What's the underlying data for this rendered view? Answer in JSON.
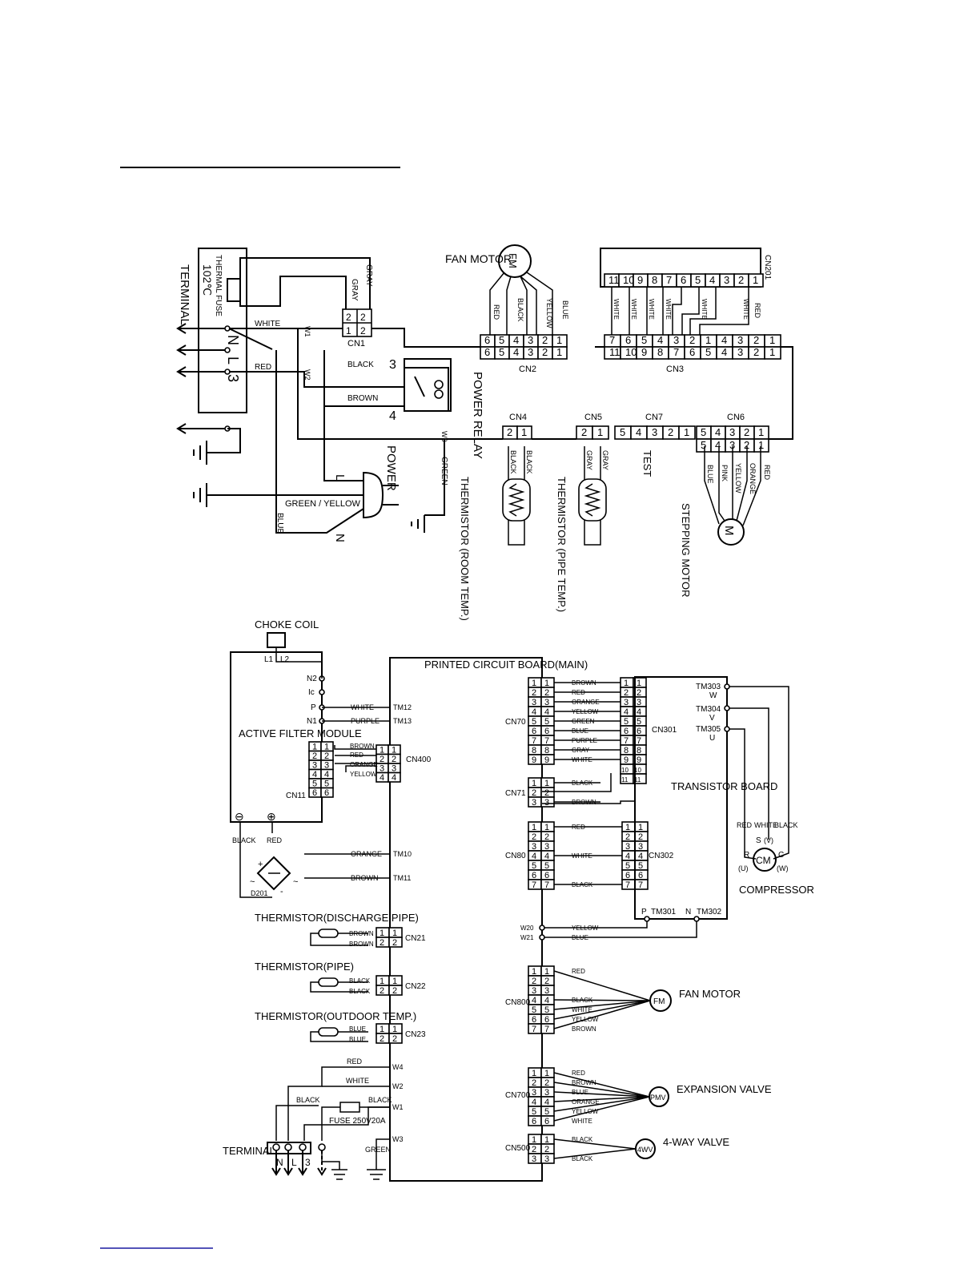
{
  "indoor": {
    "terminal": "TERMINAL",
    "thermal_fuse": "THERMAL FUSE",
    "fuse_temp": "102℃",
    "terminal_marks": [
      "N",
      "L",
      "3"
    ],
    "fan_motor": "FAN MOTOR",
    "fm_symbol": "FM",
    "power_relay": "POWER RELAY",
    "power": "POWER",
    "green_yellow": "GREEN / YELLOW",
    "thermistor_room": "THERMISTOR (ROOM TEMP.)",
    "thermistor_pipe": "THERMISTOR (PIPE TEMP.)",
    "test": "TEST",
    "stepping_motor": "STEPPING MOTOR",
    "m_symbol": "M",
    "plug_marks": [
      "L",
      "N"
    ],
    "relay_pins": [
      "3",
      "4"
    ],
    "wire_ids": [
      "W1",
      "W2",
      "W3"
    ],
    "connectors": [
      "CN1",
      "CN2",
      "CN3",
      "CN4",
      "CN5",
      "CN6",
      "CN7",
      "CN201"
    ],
    "cn1_pins": [
      "2",
      "1"
    ],
    "cn2_pins": [
      "6",
      "5",
      "4",
      "3",
      "2",
      "1"
    ],
    "cn3_pins": [
      "7",
      "6",
      "5",
      "4",
      "3",
      "2",
      "1",
      "4",
      "3",
      "2",
      "1"
    ],
    "cn3_pins_lower": [
      "11",
      "10",
      "9",
      "8",
      "7",
      "6",
      "5",
      "4",
      "3",
      "2",
      "1"
    ],
    "cn201_pins": [
      "11",
      "10",
      "9",
      "8",
      "7",
      "6",
      "5",
      "4",
      "3",
      "2",
      "1"
    ],
    "cn4_pins": [
      "2",
      "1"
    ],
    "cn5_pins": [
      "2",
      "1"
    ],
    "cn7_pins": [
      "5",
      "4",
      "3",
      "2",
      "1"
    ],
    "cn6_pins": [
      "5",
      "4",
      "3",
      "2",
      "1"
    ],
    "fan_wires": [
      "RED",
      "BLACK",
      "YELLOW",
      "BLUE"
    ],
    "cn3_wires": [
      "WHITE",
      "WHITE",
      "WHITE",
      "WHITE",
      "WHITE",
      "WHITE",
      "RED"
    ],
    "cn6_wires": [
      "BLUE",
      "PINK",
      "YELLOW",
      "ORANGE",
      "RED"
    ],
    "wire_labels": {
      "gray": "GRAY",
      "white": "WHITE",
      "red": "RED",
      "black": "BLACK",
      "brown": "BROWN",
      "green": "GREEN",
      "blue": "BLUE"
    }
  },
  "outdoor": {
    "choke_coil": "CHOKE COIL",
    "choke_pins": [
      "L1",
      "L2"
    ],
    "active_filter": "ACTIVE FILTER MODULE",
    "af_pins": [
      "N2",
      "Ic",
      "P",
      "N1"
    ],
    "pcb_main": "PRINTED CIRCUIT BOARD(MAIN)",
    "transistor_board": "TRANSISTOR BOARD",
    "compressor": "COMPRESSOR",
    "cm_symbol": "CM",
    "fan_motor": "FAN MOTOR",
    "fm_symbol": "FM",
    "expansion_valve": "EXPANSION VALVE",
    "pmv_symbol": "PMV",
    "four_way_valve": "4-WAY VALVE",
    "fourwv_symbol": "4WV",
    "terminal": "TERMINAL",
    "terminal_marks": [
      "N",
      "L",
      "3"
    ],
    "fuse": "FUSE 250V20A",
    "diode": "D201",
    "thermistor_discharge": "THERMISTOR(DISCHARGE PIPE)",
    "thermistor_pipe": "THERMISTOR(PIPE)",
    "thermistor_outdoor": "THERMISTOR(OUTDOOR TEMP.)",
    "tm": {
      "tm12": "TM12",
      "tm13": "TM13",
      "tm10": "TM10",
      "tm11": "TM11",
      "tm301": "TM301",
      "tm302": "TM302",
      "tm303": "TM303",
      "tm304": "TM304",
      "tm305": "TM305"
    },
    "tm_pole_labels": {
      "p": "P",
      "n": "N",
      "w": "W",
      "v": "V",
      "u": "U"
    },
    "compressor_wires": [
      "RED",
      "WHITE",
      "BLACK"
    ],
    "compressor_terms": [
      "S",
      "(V)",
      "R",
      "C",
      "(U)",
      "(W)"
    ],
    "w_labels": {
      "w1": "W1",
      "w2": "W2",
      "w3": "W3",
      "w4": "W4",
      "w20": "W20",
      "w21": "W21"
    },
    "connectors": {
      "cn11": "CN11",
      "cn400": "CN400",
      "cn70": "CN70",
      "cn71": "CN71",
      "cn80": "CN80",
      "cn21": "CN21",
      "cn22": "CN22",
      "cn23": "CN23",
      "cn800": "CN800",
      "cn700": "CN700",
      "cn500": "CN500",
      "cn301": "CN301",
      "cn302": "CN302"
    },
    "cn11_pins": [
      "1",
      "2",
      "3",
      "4",
      "5",
      "6"
    ],
    "cn400_pins": [
      "1",
      "2",
      "3",
      "4"
    ],
    "cn400_wires": [
      "BROWN",
      "RED",
      "ORANGE",
      "YELLOW"
    ],
    "cn70_pins": [
      "1",
      "2",
      "3",
      "4",
      "5",
      "6",
      "7",
      "8",
      "9"
    ],
    "cn301_pins": [
      "1",
      "2",
      "3",
      "4",
      "5",
      "6",
      "7",
      "8",
      "9",
      "10",
      "11"
    ],
    "cn70_wires": [
      "BROWN",
      "RED",
      "ORANGE",
      "YELLOW",
      "GREEN",
      "BLUE",
      "PURPLE",
      "GRAY",
      "WHITE"
    ],
    "cn71_pins": [
      "1",
      "2",
      "3"
    ],
    "cn71_wires": [
      "BLACK",
      "BROWN"
    ],
    "cn80_pins": [
      "1",
      "2",
      "3",
      "4",
      "5",
      "6",
      "7"
    ],
    "cn302_pins": [
      "1",
      "2",
      "3",
      "4",
      "5",
      "6",
      "7"
    ],
    "cn80_wires": [
      "RED",
      "WHITE",
      "BLACK"
    ],
    "w20_21_wires": [
      "YELLOW",
      "BLUE"
    ],
    "cn800_pins": [
      "1",
      "2",
      "3",
      "4",
      "5",
      "6",
      "7"
    ],
    "cn800_wires": [
      "RED",
      "BLACK",
      "WHITE",
      "YELLOW",
      "BROWN"
    ],
    "cn700_pins": [
      "1",
      "2",
      "3",
      "4",
      "5",
      "6"
    ],
    "cn700_wires": [
      "RED",
      "BROWN",
      "BLUE",
      "ORANGE",
      "YELLOW",
      "WHITE"
    ],
    "cn500_pins": [
      "1",
      "2",
      "3"
    ],
    "cn500_wires": [
      "BLACK",
      "BLACK"
    ],
    "cn21_pins": [
      "1",
      "2"
    ],
    "cn21_wires": [
      "BROWN",
      "BROWN"
    ],
    "cn22_pins": [
      "1",
      "2"
    ],
    "cn22_wires": [
      "BLACK",
      "BLACK"
    ],
    "cn23_pins": [
      "1",
      "2"
    ],
    "cn23_wires": [
      "BLUE",
      "BLUE"
    ],
    "af_wires": {
      "white": "WHITE",
      "purple": "PURPLE",
      "orange": "ORANGE",
      "brown": "BROWN"
    },
    "polarity": {
      "neg_label": "BLACK",
      "pos_label": "RED",
      "minus": "⊖",
      "plus": "⊕"
    },
    "bridge_marks": [
      "+",
      "-",
      "~",
      "~"
    ],
    "power_wires": {
      "red": "RED",
      "white": "WHITE",
      "black1": "BLACK",
      "black2": "BLACK",
      "green": "GREEN"
    }
  }
}
